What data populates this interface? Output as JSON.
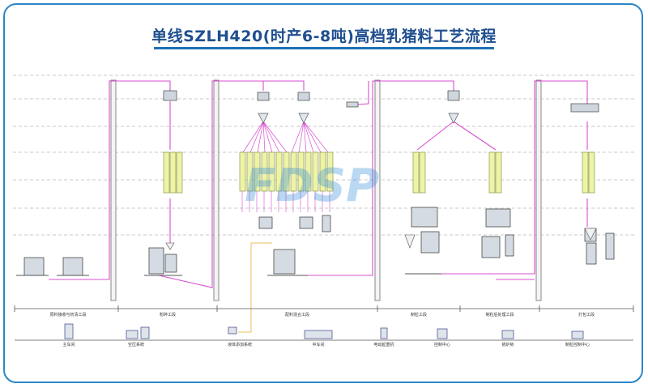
{
  "title": "单线SZLH420(时产6-8吨)高档乳猪料工艺流程",
  "watermark": "FDSP",
  "sections": [
    {
      "label": "原料接收与初清工段"
    },
    {
      "label": "粉碎工段"
    },
    {
      "label": "配料混合工段"
    },
    {
      "label": "制粒工段"
    },
    {
      "label": "制粒后处理工段"
    },
    {
      "label": "打包工段"
    }
  ],
  "auxiliary": [
    {
      "label": "主车间"
    },
    {
      "label": "空压系统"
    },
    {
      "label": "液体添加系统"
    },
    {
      "label": "中车间"
    },
    {
      "label": "电动起重机"
    },
    {
      "label": "控制中心"
    },
    {
      "label": "锅炉房"
    },
    {
      "label": "制粒控制中心"
    }
  ],
  "colors": {
    "frame": "#2b86c5",
    "title": "#1f4f8f",
    "conveyor": "#d84fd0",
    "bin_fill": "#eef3a8",
    "bin_stroke": "#7a8a3a",
    "watermark": "#3a8fd6",
    "liquid_line": "#e8c25a"
  }
}
